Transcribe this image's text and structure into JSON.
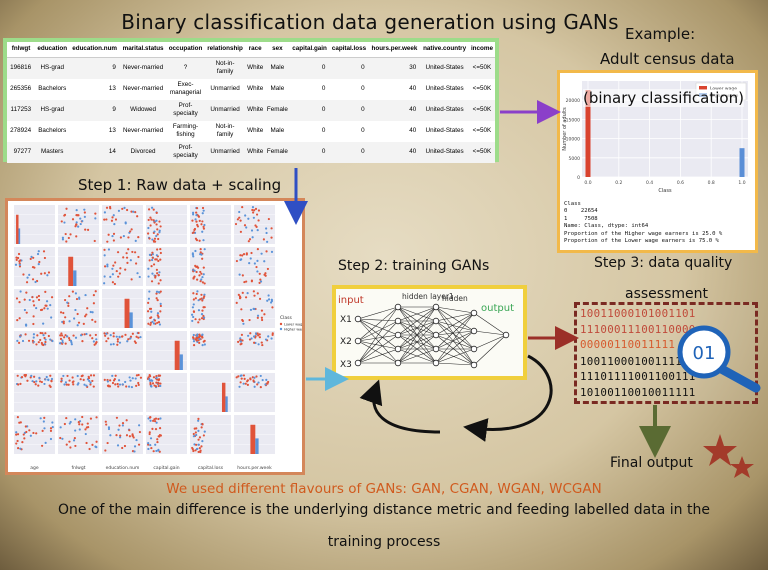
{
  "title": "Binary classification data generation using GANs",
  "table": {
    "headers": [
      "fnlwgt",
      "education",
      "education.num",
      "marital.status",
      "occupation",
      "relationship",
      "race",
      "sex",
      "capital.gain",
      "capital.loss",
      "hours.per.week",
      "native.country",
      "income"
    ],
    "rows": [
      [
        "196816",
        "HS-grad",
        "9",
        "Never-married",
        "?",
        "Not-in-family",
        "White",
        "Male",
        "0",
        "0",
        "30",
        "United-States",
        "<=50K"
      ],
      [
        "265356",
        "Bachelors",
        "13",
        "Never-married",
        "Exec-managerial",
        "Unmarried",
        "White",
        "Male",
        "0",
        "0",
        "40",
        "United-States",
        "<=50K"
      ],
      [
        "117253",
        "HS-grad",
        "9",
        "Widowed",
        "Prof-specialty",
        "Unmarried",
        "White",
        "Female",
        "0",
        "0",
        "40",
        "United-States",
        "<=50K"
      ],
      [
        "278924",
        "Bachelors",
        "13",
        "Never-married",
        "Farming-fishing",
        "Not-in-family",
        "White",
        "Male",
        "0",
        "0",
        "40",
        "United-States",
        "<=50K"
      ],
      [
        "97277",
        "Masters",
        "14",
        "Divorced",
        "Prof-specialty",
        "Unmarried",
        "White",
        "Female",
        "0",
        "0",
        "40",
        "United-States",
        "<=50K"
      ]
    ]
  },
  "example": {
    "title": "Example:",
    "subtitle": "Adult census data",
    "subtitle2": "(binary classification)"
  },
  "chart_data": {
    "type": "bar",
    "categories": [
      "0.0",
      "1.0"
    ],
    "series": [
      {
        "name": "Lower wage",
        "color": "#d9432f",
        "values": [
          22654,
          0
        ]
      },
      {
        "name": "Higher wage",
        "color": "#5b8fd6",
        "values": [
          0,
          7508
        ]
      }
    ],
    "xlabel": "Class",
    "ylabel": "Number of adults",
    "ylim": [
      0,
      25000
    ],
    "xticks": [
      "0.0",
      "0.2",
      "0.4",
      "0.6",
      "0.8",
      "1.0"
    ],
    "yticks": [
      "0",
      "5000",
      "10000",
      "15000",
      "20000"
    ],
    "legend": "top-right"
  },
  "census_text": [
    "Class",
    "0    22654",
    "1     7508",
    "Name: Class, dtype: int64",
    "Proportion of the Higher wage earners is 25.0 %",
    "Proportion of the Lower wage earners is 75.0 %"
  ],
  "steps": {
    "step1": "Step 1: Raw data + scaling",
    "step2": "Step 2: training GANs",
    "step3_line1": "Step 3: data quality",
    "step3_line2": "assessment"
  },
  "pairplot": {
    "xlabels": [
      "age",
      "fnlwgt",
      "education.num",
      "capital.gain",
      "capital.loss",
      "hours.per.week"
    ],
    "legend_title": "Class",
    "legend_items": [
      "Lower wage",
      "Higher wage"
    ],
    "colors": {
      "lower": "#e0533a",
      "higher": "#5b93d9"
    }
  },
  "network": {
    "input_label": "input",
    "hidden1_label": "hidden layer1",
    "hidden2_label": "hidden",
    "output_label": "output",
    "x_labels": [
      "X1",
      "X2",
      "X3"
    ]
  },
  "binary": {
    "lines": [
      "10011000101001101",
      "11100011100110000",
      "00000110011111",
      "10011000100111100",
      "11101111001100111",
      "10100110010011111"
    ],
    "icon_text": "01"
  },
  "final_output": "Final output",
  "flavours": "We used different flavours of GANs: GAN, CGAN, WGAN, WCGAN",
  "description": {
    "line1": "One of the main difference is the underlying distance metric  and  feeding labelled data in the",
    "line2": "training process"
  }
}
